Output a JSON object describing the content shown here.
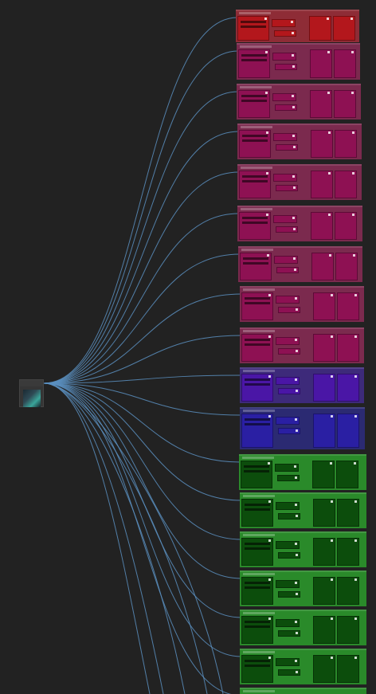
{
  "app": {
    "name": "node-graph-canvas"
  },
  "colors": {
    "background": "#222222",
    "wire": "#5a8fc0",
    "red_group": "#8e2c36",
    "red_node": "#b3171c",
    "magenta_group": "#7b2a4e",
    "magenta_node": "#8e1153",
    "purple_group": "#3d2a7a",
    "purple_node": "#4a16a6",
    "blue_group": "#2b2a72",
    "blue_node": "#2a1fa3",
    "green_group": "#2a8a2a",
    "green_node": "#0c4d0c"
  },
  "source_node": {
    "icon": "image-thumbnail-icon"
  },
  "groups": [
    {
      "color": "red"
    },
    {
      "color": "magenta"
    },
    {
      "color": "magenta"
    },
    {
      "color": "magenta"
    },
    {
      "color": "magenta"
    },
    {
      "color": "magenta"
    },
    {
      "color": "magenta"
    },
    {
      "color": "magenta"
    },
    {
      "color": "magenta"
    },
    {
      "color": "purple"
    },
    {
      "color": "blue"
    },
    {
      "color": "green"
    },
    {
      "color": "green"
    },
    {
      "color": "green"
    },
    {
      "color": "green"
    },
    {
      "color": "green"
    },
    {
      "color": "green"
    },
    {
      "color": "green"
    }
  ]
}
